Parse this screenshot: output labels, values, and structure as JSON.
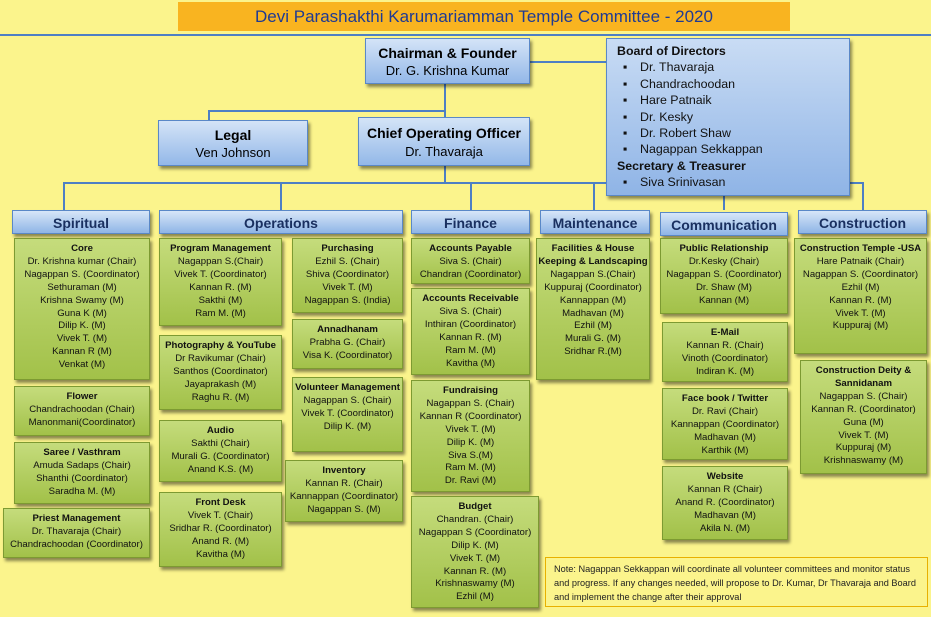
{
  "title": "Devi Parashakthi Karumariamman Temple Committee - 2020",
  "chairman": {
    "title": "Chairman & Founder",
    "name": "Dr. G. Krishna Kumar"
  },
  "legal": {
    "title": "Legal",
    "name": "Ven Johnson"
  },
  "coo": {
    "title": "Chief Operating Officer",
    "name": "Dr. Thavaraja"
  },
  "board": {
    "title": "Board of Directors",
    "members": [
      "Dr. Thavaraja",
      "Chandrachoodan",
      "Hare Patnaik",
      "Dr. Kesky",
      "Dr. Robert Shaw",
      "Nagappan Sekkappan"
    ],
    "secretary_title": "Secretary & Treasurer",
    "secretary": [
      "Siva Srinivasan"
    ]
  },
  "departments": {
    "spiritual": "Spiritual",
    "operations": "Operations",
    "finance": "Finance",
    "maintenance": "Maintenance",
    "communication": "Communication",
    "construction": "Construction"
  },
  "groups": {
    "core": {
      "title": "Core",
      "members": [
        "Dr. Krishna kumar (Chair)",
        "Nagappan S. (Coordinator)",
        "Sethuraman (M)",
        "Krishna Swamy  (M)",
        "Guna K (M)",
        "Dilip K. (M)",
        "Vivek T. (M)",
        "Kannan R (M)",
        "Venkat (M)"
      ]
    },
    "flower": {
      "title": "Flower",
      "members": [
        "Chandrachoodan  (Chair)",
        "Manonmani(Coordinator)"
      ]
    },
    "saree": {
      "title": "Saree / Vasthram",
      "members": [
        "Amuda Sadaps (Chair)",
        "Shanthi  (Coordinator)",
        "Saradha M. (M)"
      ]
    },
    "priest": {
      "title": "Priest Management",
      "members": [
        "Dr. Thavaraja (Chair)",
        "Chandrachoodan (Coordinator)"
      ]
    },
    "program": {
      "title": "Program Management",
      "members": [
        "Nagappan S.(Chair)",
        "Vivek T. (Coordinator)",
        "Kannan R. (M)",
        "Sakthi (M)",
        "Ram M. (M)"
      ]
    },
    "photo": {
      "title": "Photography & YouTube",
      "members": [
        "Dr Ravikumar  (Chair)",
        "Santhos (Coordinator)",
        "Jayaprakash (M)",
        "Raghu R.  (M)"
      ]
    },
    "audio": {
      "title": "Audio",
      "members": [
        "Sakthi (Chair)",
        "Murali G. (Coordinator)",
        "Anand K.S. (M)"
      ]
    },
    "frontdesk": {
      "title": "Front Desk",
      "members": [
        "Vivek T. (Chair)",
        "Sridhar R. (Coordinator)",
        "Anand R. (M)",
        "Kavitha (M)"
      ]
    },
    "purchasing": {
      "title": "Purchasing",
      "members": [
        "Ezhil S. (Chair)",
        "Shiva  (Coordinator)",
        "Vivek T. (M)",
        "Nagappan S. (India)"
      ]
    },
    "annadhanam": {
      "title": "Annadhanam",
      "members": [
        "Prabha G. (Chair)",
        "Visa K. (Coordinator)"
      ]
    },
    "volunteer": {
      "title": "Volunteer Management",
      "members": [
        "Nagappan S. (Chair)",
        "Vivek T. (Coordinator)",
        "Dilip K. (M)"
      ]
    },
    "inventory": {
      "title": "Inventory",
      "members": [
        "Kannan R.  (Chair)",
        "Kannappan (Coordinator)",
        "Nagappan S. (M)"
      ]
    },
    "payable": {
      "title": "Accounts Payable",
      "members": [
        "Siva S. (Chair)",
        "Chandran (Coordinator)"
      ]
    },
    "receivable": {
      "title": "Accounts Receivable",
      "members": [
        "Siva S. (Chair)",
        "Inthiran (Coordinator)",
        "Kannan R. (M)",
        "Ram M. (M)",
        "Kavitha (M)"
      ]
    },
    "fundraising": {
      "title": "Fundraising",
      "members": [
        "Nagappan S. (Chair)",
        "Kannan R (Coordinator)",
        "Vivek T. (M)",
        "Dilip K. (M)",
        "Siva S.(M)",
        "Ram M. (M)",
        "Dr. Ravi (M)"
      ]
    },
    "budget": {
      "title": "Budget",
      "members": [
        "Chandran. (Chair)",
        "Nagappan S (Coordinator)",
        "Dilip K. (M)",
        "Vivek T. (M)",
        "Kannan R. (M)",
        "Krishnaswamy (M)",
        "Ezhil (M)"
      ]
    },
    "facilities": {
      "title": "Facilities & House Keeping & Landscaping",
      "members": [
        "Nagappan S.(Chair)",
        "Kuppuraj (Coordinator)",
        "Kannappan (M)",
        "Madhavan (M)",
        "Ezhil (M)",
        "Murali G. (M)",
        "Sridhar  R.(M)"
      ]
    },
    "pr": {
      "title": "Public Relationship",
      "members": [
        "Dr.Kesky (Chair)",
        "Nagappan S. (Coordinator)",
        "Dr. Shaw (M)",
        "Kannan (M)"
      ]
    },
    "email": {
      "title": "E-Mail",
      "members": [
        "Kannan R. (Chair)",
        "Vinoth (Coordinator)",
        "Indiran K. (M)"
      ]
    },
    "facebook": {
      "title": "Face book / Twitter",
      "members": [
        "Dr. Ravi (Chair)",
        "Kannappan (Coordinator)",
        "Madhavan (M)",
        "Karthik (M)"
      ]
    },
    "website": {
      "title": "Website",
      "members": [
        "Kannan R (Chair)",
        "Anand R. (Coordinator)",
        "Madhavan (M)",
        "Akila N. (M)"
      ]
    },
    "templeusa": {
      "title": "Construction Temple -USA",
      "members": [
        "Hare Patnaik (Chair)",
        "Nagappan S. (Coordinator)",
        "Ezhil (M)",
        "Kannan R. (M)",
        "Vivek T. (M)",
        "Kuppuraj (M)"
      ]
    },
    "deity": {
      "title": "Construction Deity & Sannidanam",
      "members": [
        "Nagappan S. (Chair)",
        "Kannan R. (Coordinator)",
        "Guna (M)",
        "Vivek T. (M)",
        "Kuppuraj (M)",
        "Krishnaswamy (M)"
      ]
    }
  },
  "note": "Note: Nagappan Sekkappan will coordinate all volunteer committees and monitor status and progress. If any changes needed, will propose to Dr. Kumar, Dr Thavaraja and Board and implement the change after their approval"
}
